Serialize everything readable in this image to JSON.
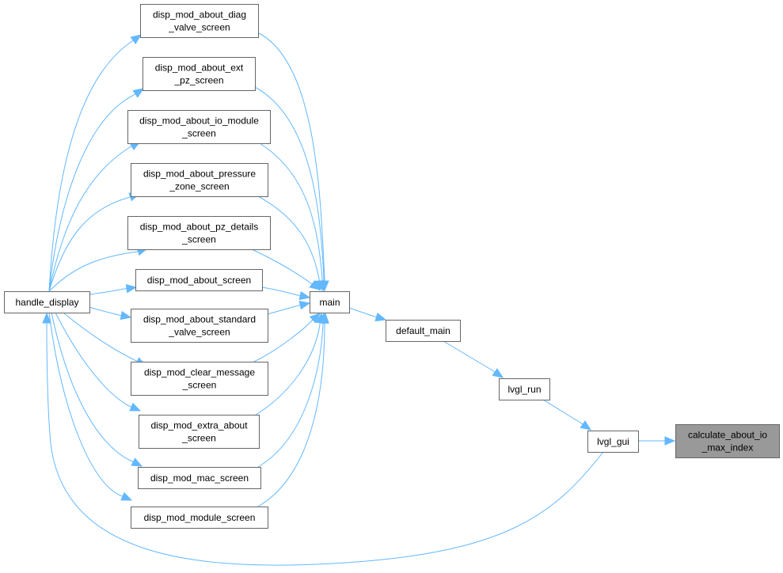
{
  "diagram": {
    "accent_color": "#63b8ff",
    "highlight_color": "#999999",
    "nodes": [
      {
        "id": "calc",
        "lines": [
          "calculate_about_io",
          "_max_index"
        ],
        "highlight": true
      },
      {
        "id": "lvgl_gui",
        "lines": [
          "lvgl_gui"
        ]
      },
      {
        "id": "lvgl_run",
        "lines": [
          "lvgl_run"
        ]
      },
      {
        "id": "default_main",
        "lines": [
          "default_main"
        ]
      },
      {
        "id": "main",
        "lines": [
          "main"
        ]
      },
      {
        "id": "handle_display",
        "lines": [
          "handle_display"
        ]
      },
      {
        "id": "diag_valve",
        "lines": [
          "disp_mod_about_diag",
          "_valve_screen"
        ]
      },
      {
        "id": "ext_pz",
        "lines": [
          "disp_mod_about_ext",
          "_pz_screen"
        ]
      },
      {
        "id": "io_module",
        "lines": [
          "disp_mod_about_io_module",
          "_screen"
        ]
      },
      {
        "id": "pressure_zone",
        "lines": [
          "disp_mod_about_pressure",
          "_zone_screen"
        ]
      },
      {
        "id": "pz_details",
        "lines": [
          "disp_mod_about_pz_details",
          "_screen"
        ]
      },
      {
        "id": "about_screen",
        "lines": [
          "disp_mod_about_screen"
        ]
      },
      {
        "id": "std_valve",
        "lines": [
          "disp_mod_about_standard",
          "_valve_screen"
        ]
      },
      {
        "id": "clear_msg",
        "lines": [
          "disp_mod_clear_message",
          "_screen"
        ]
      },
      {
        "id": "extra_about",
        "lines": [
          "disp_mod_extra_about",
          "_screen"
        ]
      },
      {
        "id": "mac_screen",
        "lines": [
          "disp_mod_mac_screen"
        ]
      },
      {
        "id": "module_screen",
        "lines": [
          "disp_mod_module_screen"
        ]
      }
    ],
    "edges": [
      {
        "from": "lvgl_gui",
        "to": "calc"
      },
      {
        "from": "lvgl_run",
        "to": "lvgl_gui"
      },
      {
        "from": "default_main",
        "to": "lvgl_run"
      },
      {
        "from": "main",
        "to": "default_main"
      },
      {
        "from": "lvgl_gui",
        "to": "handle_display"
      },
      {
        "from": "diag_valve",
        "to": "main"
      },
      {
        "from": "ext_pz",
        "to": "main"
      },
      {
        "from": "io_module",
        "to": "main"
      },
      {
        "from": "pressure_zone",
        "to": "main"
      },
      {
        "from": "pz_details",
        "to": "main"
      },
      {
        "from": "about_screen",
        "to": "main"
      },
      {
        "from": "std_valve",
        "to": "main"
      },
      {
        "from": "clear_msg",
        "to": "main"
      },
      {
        "from": "extra_about",
        "to": "main"
      },
      {
        "from": "mac_screen",
        "to": "main"
      },
      {
        "from": "module_screen",
        "to": "main"
      },
      {
        "from": "handle_display",
        "to": "diag_valve"
      },
      {
        "from": "handle_display",
        "to": "ext_pz"
      },
      {
        "from": "handle_display",
        "to": "io_module"
      },
      {
        "from": "handle_display",
        "to": "pressure_zone"
      },
      {
        "from": "handle_display",
        "to": "pz_details"
      },
      {
        "from": "handle_display",
        "to": "about_screen"
      },
      {
        "from": "handle_display",
        "to": "std_valve"
      },
      {
        "from": "handle_display",
        "to": "clear_msg"
      },
      {
        "from": "handle_display",
        "to": "extra_about"
      },
      {
        "from": "handle_display",
        "to": "mac_screen"
      },
      {
        "from": "handle_display",
        "to": "module_screen"
      }
    ]
  }
}
